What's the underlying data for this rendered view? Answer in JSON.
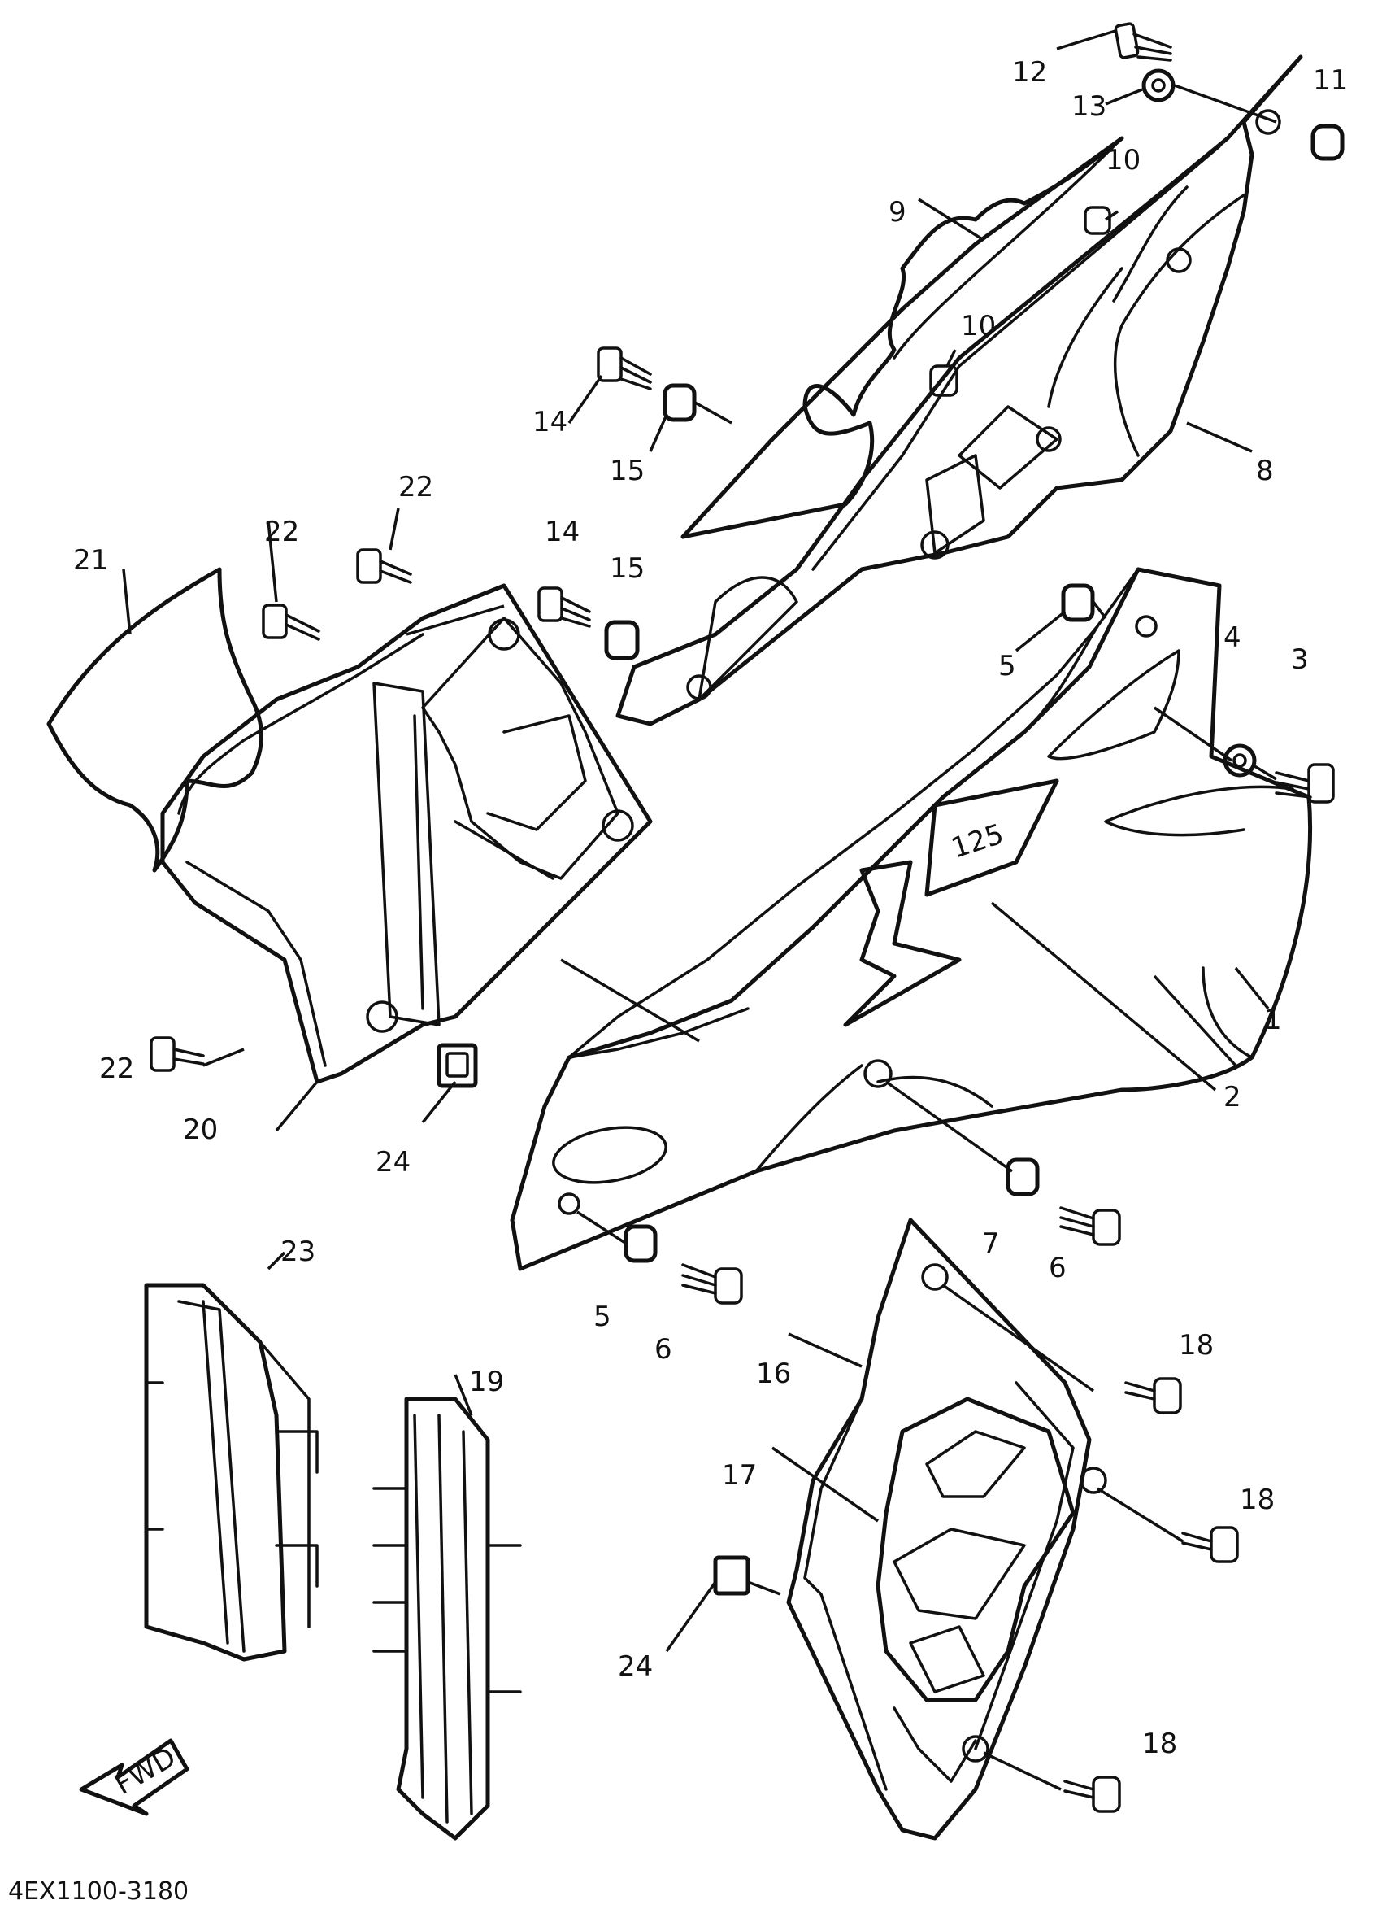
{
  "figure": {
    "part_number": "4EX1100-3180",
    "fwd_badge": "FWD",
    "model_decal": "125"
  },
  "callouts": [
    {
      "id": "1",
      "label": "1"
    },
    {
      "id": "2",
      "label": "2"
    },
    {
      "id": "3",
      "label": "3"
    },
    {
      "id": "4",
      "label": "4"
    },
    {
      "id": "5a",
      "label": "5"
    },
    {
      "id": "5b",
      "label": "5"
    },
    {
      "id": "6a",
      "label": "6"
    },
    {
      "id": "6b",
      "label": "6"
    },
    {
      "id": "7",
      "label": "7"
    },
    {
      "id": "8",
      "label": "8"
    },
    {
      "id": "9",
      "label": "9"
    },
    {
      "id": "10a",
      "label": "10"
    },
    {
      "id": "10b",
      "label": "10"
    },
    {
      "id": "11",
      "label": "11"
    },
    {
      "id": "12",
      "label": "12"
    },
    {
      "id": "13",
      "label": "13"
    },
    {
      "id": "14a",
      "label": "14"
    },
    {
      "id": "14b",
      "label": "14"
    },
    {
      "id": "15a",
      "label": "15"
    },
    {
      "id": "15b",
      "label": "15"
    },
    {
      "id": "16",
      "label": "16"
    },
    {
      "id": "17",
      "label": "17"
    },
    {
      "id": "18a",
      "label": "18"
    },
    {
      "id": "18b",
      "label": "18"
    },
    {
      "id": "18c",
      "label": "18"
    },
    {
      "id": "19",
      "label": "19"
    },
    {
      "id": "20",
      "label": "20"
    },
    {
      "id": "21",
      "label": "21"
    },
    {
      "id": "22a",
      "label": "22"
    },
    {
      "id": "22b",
      "label": "22"
    },
    {
      "id": "22c",
      "label": "22"
    },
    {
      "id": "23",
      "label": "23"
    },
    {
      "id": "24a",
      "label": "24"
    },
    {
      "id": "24b",
      "label": "24"
    }
  ]
}
